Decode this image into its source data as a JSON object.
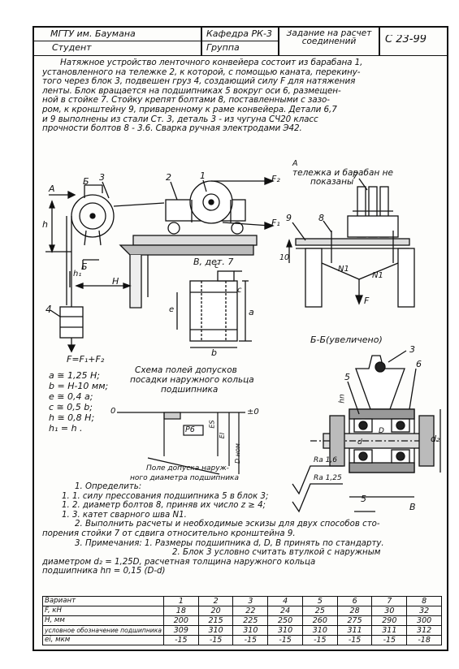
{
  "header": {
    "university": "МГТУ им. Баумана",
    "department": "Кафедра РК-3",
    "task_title": "Задание на расчет соединений",
    "student_label": "Студент",
    "group_label": "Группа",
    "code": "С 23-99"
  },
  "description": [
    "Натяжное устройство ленточного конвейера состоит из барабана 1,",
    "установленного на тележке 2, к которой, с помощью каната, перекину-",
    "того через блок 3, подвешен груз 4, создающий силу F для натяжения",
    "ленты. Блок вращается на подшипниках 5 вокруг оси 6, размещен-",
    "ной в стойке 7. Стойку крепят болтами 8, поставленными с зазо-",
    "ром, к кронштейну 9, приваренному к раме конвейера. Детали 6,7",
    "и 9 выполнены из стали Ст. 3, деталь 3 - из чугуна СЧ20 класс",
    "прочности болтов 8 - 3.6. Сварка ручная электродами Э42."
  ],
  "drawing_labels": {
    "view_a_note_1": "тележка и барабан не",
    "view_a_note_2": "показаны",
    "view_a": "А",
    "arrow_a": "А",
    "label_b_top": "Б",
    "label_b_side": "Б",
    "num_3": "3",
    "num_2": "2",
    "num_1": "1",
    "num_4": "4",
    "num_7": "7",
    "num_9": "9",
    "num_8": "8",
    "f2": "F₂",
    "f1": "F₁",
    "h_label": "h",
    "h1_label": "h₁",
    "H_label": "H",
    "force_sum": "F=F₁+F₂",
    "F_down": "F",
    "n1_left": "N1",
    "n1_right": "N1",
    "dim_10": "10",
    "detail_7": "В, дет. 7",
    "c_top": "c",
    "c_side": "c",
    "e_label": "e",
    "a_label": "a",
    "b_label": "b",
    "section_bb": "Б-Б(увеличено)",
    "sec_3": "3",
    "sec_5": "5",
    "sec_6": "6",
    "sec_5_bottom": "5",
    "sec_b": "В",
    "sec_hn": "hn",
    "sec_d": "d",
    "sec_D": "D",
    "sec_d2": "d₂",
    "ra16": "Ra 1,6",
    "ra125": "Ra 1,25"
  },
  "formulas": [
    "a ≅ 1,25 H;",
    "b = H-10 мм;",
    "e ≅ 0,4 a;",
    "c ≅ 0,5 b;",
    "h ≅ 0,8 H;",
    "h₁ = h ."
  ],
  "tolerance": {
    "title_1": "Схема полей допусков",
    "title_2": "посадки наружного кольца",
    "title_3": "подшипника",
    "zero": "0",
    "pm0": "±0",
    "p6": "P6",
    "es": "ES",
    "ei": "EI",
    "dnom": "D ном",
    "field_1": "Поле допуска наруж-",
    "field_2": "ного диаметра подшипника"
  },
  "tasks": [
    "1. Определить:",
    "1. 1. силу прессования подшипника 5 в блок 3;",
    "1. 2. диаметр болтов 8, приняв их число z ≥ 4;",
    "1. 3. катет сварного шва N1.",
    "2. Выполнить расчеты и необходимые эскизы для двух способов сто-",
    "порения стойки 7 от сдвига относительно кронштейна 9.",
    "3. Примечания: 1. Размеры подшипника d, D, В принять по стандарту.",
    "2. Блок 3 условно считать втулкой с наружным",
    "диаметром d₂ = 1,25D, расчетная толщина наружного кольца",
    "подшипника hп = 0,15 (D-d)"
  ],
  "variants": {
    "headers": [
      "Вариант",
      "1",
      "2",
      "3",
      "4",
      "5",
      "6",
      "7",
      "8"
    ],
    "rows": [
      {
        "label": "F,             кН",
        "values": [
          "18",
          "20",
          "22",
          "24",
          "25",
          "28",
          "30",
          "32"
        ]
      },
      {
        "label": "Н,             мм",
        "values": [
          "200",
          "215",
          "225",
          "250",
          "260",
          "275",
          "290",
          "300"
        ]
      },
      {
        "label": "условное обозначение подшипника",
        "values": [
          "309",
          "310",
          "310",
          "310",
          "310",
          "311",
          "311",
          "312"
        ]
      },
      {
        "label": "ei,           мкм",
        "values": [
          "-15",
          "-15",
          "-15",
          "-15",
          "-15",
          "-15",
          "-15",
          "-18"
        ]
      }
    ]
  }
}
